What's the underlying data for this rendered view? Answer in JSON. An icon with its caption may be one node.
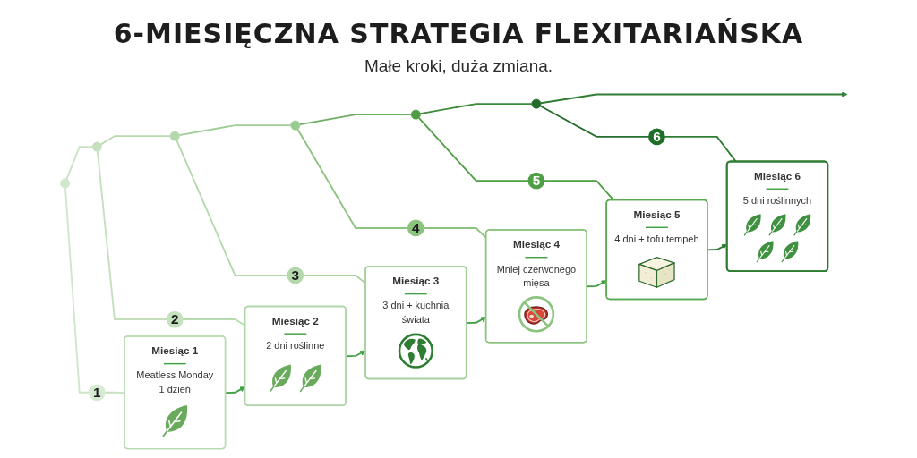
{
  "diagram": {
    "title": "6-MIESIĘCZNA STRATEGIA FLEXITARIAŃSKA",
    "nodes": [
      {
        "text": [],
        "shape": "circle"
      },
      {
        "text": [],
        "shape": "circle"
      },
      {
        "text": [],
        "shape": "circle"
      },
      {
        "text": [],
        "shape": "circle"
      },
      {
        "text": [],
        "shape": "circle"
      },
      {
        "text": [],
        "shape": "circle"
      },
      {
        "text": [
          "1"
        ]
      },
      {
        "text": [
          "2"
        ]
      },
      {
        "text": [
          "3"
        ]
      },
      {
        "text": [
          "4"
        ]
      },
      {
        "text": [
          "5"
        ]
      },
      {
        "text": [
          "6"
        ]
      },
      {
        "text": [
          "Miesiąc 1",
          "Meatless Monday 1 dzień"
        ]
      },
      {
        "text": [
          "Miesiąc 2",
          "2 dni roślinne"
        ]
      },
      {
        "text": [
          "Miesiąc 3",
          "3 dni + kuchnia świata"
        ]
      },
      {
        "text": [
          "Miesiąc 4",
          "Mniej czerwonego mięsa"
        ]
      },
      {
        "text": [
          "Miesiąc 5",
          "4 dni + tofu tempeh"
        ]
      },
      {
        "text": [
          "Miesiąc 6",
          "5 dni roślinnych"
        ]
      }
    ],
    "edges": [
      {
        "from": 0,
        "to": 1,
        "arrow": "none",
        "color": "#c9e3c4"
      },
      {
        "from": 1,
        "to": 2,
        "arrow": "none",
        "color": "#b8dab0"
      },
      {
        "from": 2,
        "to": 3,
        "arrow": "none",
        "color": "#9fcd95"
      },
      {
        "from": 3,
        "to": 4,
        "arrow": "none",
        "color": "#6fae63"
      },
      {
        "from": 4,
        "to": 5,
        "arrow": "none",
        "color": "#3b8a37"
      },
      {
        "from": 5,
        "to": null,
        "arrow": "to",
        "color": "#2e7d32"
      },
      {
        "from": 0,
        "to": 6,
        "arrow": "none",
        "color": "#cfe6cb"
      },
      {
        "from": 1,
        "to": 7,
        "arrow": "none",
        "color": "#c3dfbc"
      },
      {
        "from": 2,
        "to": 8,
        "arrow": "none",
        "color": "#b3d8ab"
      },
      {
        "from": 3,
        "to": 9,
        "arrow": "none",
        "color": "#8cc47f"
      },
      {
        "from": 4,
        "to": 10,
        "arrow": "none",
        "color": "#4e9f45"
      },
      {
        "from": 5,
        "to": 11,
        "arrow": "none",
        "color": "#256d2b"
      },
      {
        "from": 6,
        "to": 12,
        "arrow": "none",
        "color": "#c6e2c0"
      },
      {
        "from": 7,
        "to": 13,
        "arrow": "none",
        "color": "#b9dbb2"
      },
      {
        "from": 8,
        "to": 14,
        "arrow": "none",
        "color": "#a9d2a0"
      },
      {
        "from": 9,
        "to": 15,
        "arrow": "none",
        "color": "#8cc47f"
      },
      {
        "from": 10,
        "to": 16,
        "arrow": "none",
        "color": "#4e9f45"
      },
      {
        "from": 11,
        "to": 17,
        "arrow": "none",
        "color": "#2e7d32"
      },
      {
        "from": 12,
        "to": 13,
        "arrow": "to",
        "color": "#43a047"
      },
      {
        "from": 13,
        "to": 14,
        "arrow": "to",
        "color": "#43a047"
      },
      {
        "from": 14,
        "to": 15,
        "arrow": "to",
        "color": "#43a047"
      },
      {
        "from": 15,
        "to": 16,
        "arrow": "to",
        "color": "#43a047"
      },
      {
        "from": 16,
        "to": 17,
        "arrow": "to",
        "color": "#2e7d32"
      }
    ],
    "labels": [
      "Małe kroki, duża zmiana."
    ]
  }
}
